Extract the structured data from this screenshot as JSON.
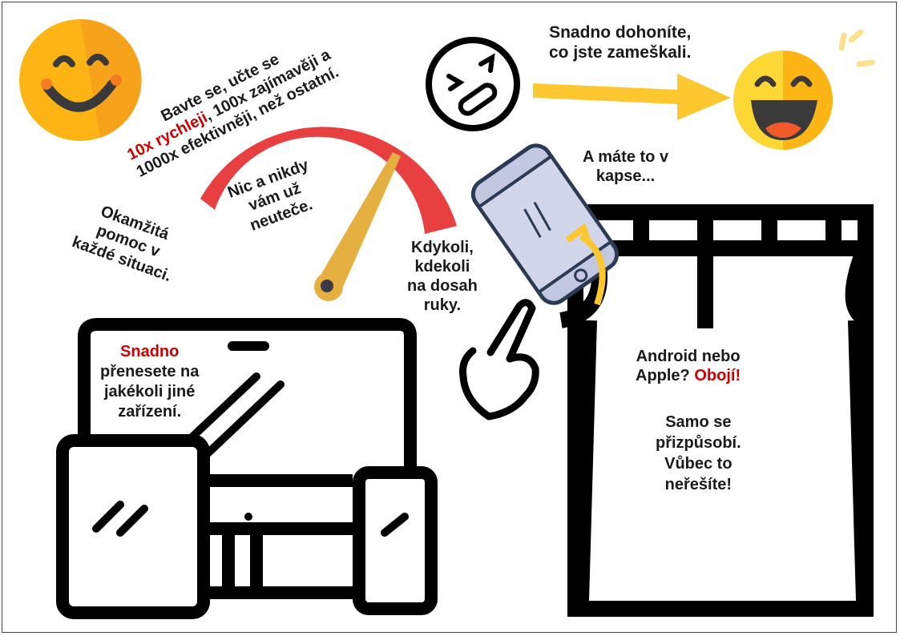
{
  "colors": {
    "accent_red": "#cc0000",
    "gauge_red": "#e84040",
    "needle": "#e5b03f",
    "emoji_yellow": "#fdc82f",
    "emoji_orange": "#f7a21b",
    "phone": "#c2c8e0",
    "outline": "#000000"
  },
  "icons": [
    "smiley-face-icon",
    "gauge-icon",
    "squinting-face-icon",
    "arrow-right-icon",
    "laughing-face-icon",
    "smartphone-icon",
    "pointing-hand-icon",
    "jeans-pocket-icon",
    "devices-icon"
  ],
  "headline": {
    "line1": "Bavte se, učte se",
    "highlight": "10x rychleji",
    "line2_rest": ", 100x zajímavěji a",
    "line3": "1000x efektivněji, než ostatní."
  },
  "gauge_text": {
    "line1": "Nic a nikdy",
    "line2": "vám už",
    "line3": "neuteče."
  },
  "help_text": {
    "line1": "Okamžitá",
    "line2": "pomoc v",
    "line3": "každé situaci."
  },
  "catchup_text": {
    "line1": "Snadno dohoníte,",
    "line2": "co jste zameškali."
  },
  "pocket_text": {
    "line1": "A máte to v",
    "line2": "kapse..."
  },
  "anywhere_text": {
    "line1": "Kdykoli,",
    "line2": "kdekoli",
    "line3": "na dosah",
    "line4": "ruky."
  },
  "transfer_text": {
    "highlight": "Snadno",
    "line2": "přenesete na",
    "line3": "jakékoli jiné",
    "line4": "zařízení."
  },
  "platform_text": {
    "line1": "Android nebo",
    "line2_start": "Apple? ",
    "highlight": "Obojí!"
  },
  "adapt_text": {
    "line1": "Samo se",
    "line2": "přizpůsobí.",
    "line3": "Vůbec to",
    "line4": "neřešíte!"
  }
}
